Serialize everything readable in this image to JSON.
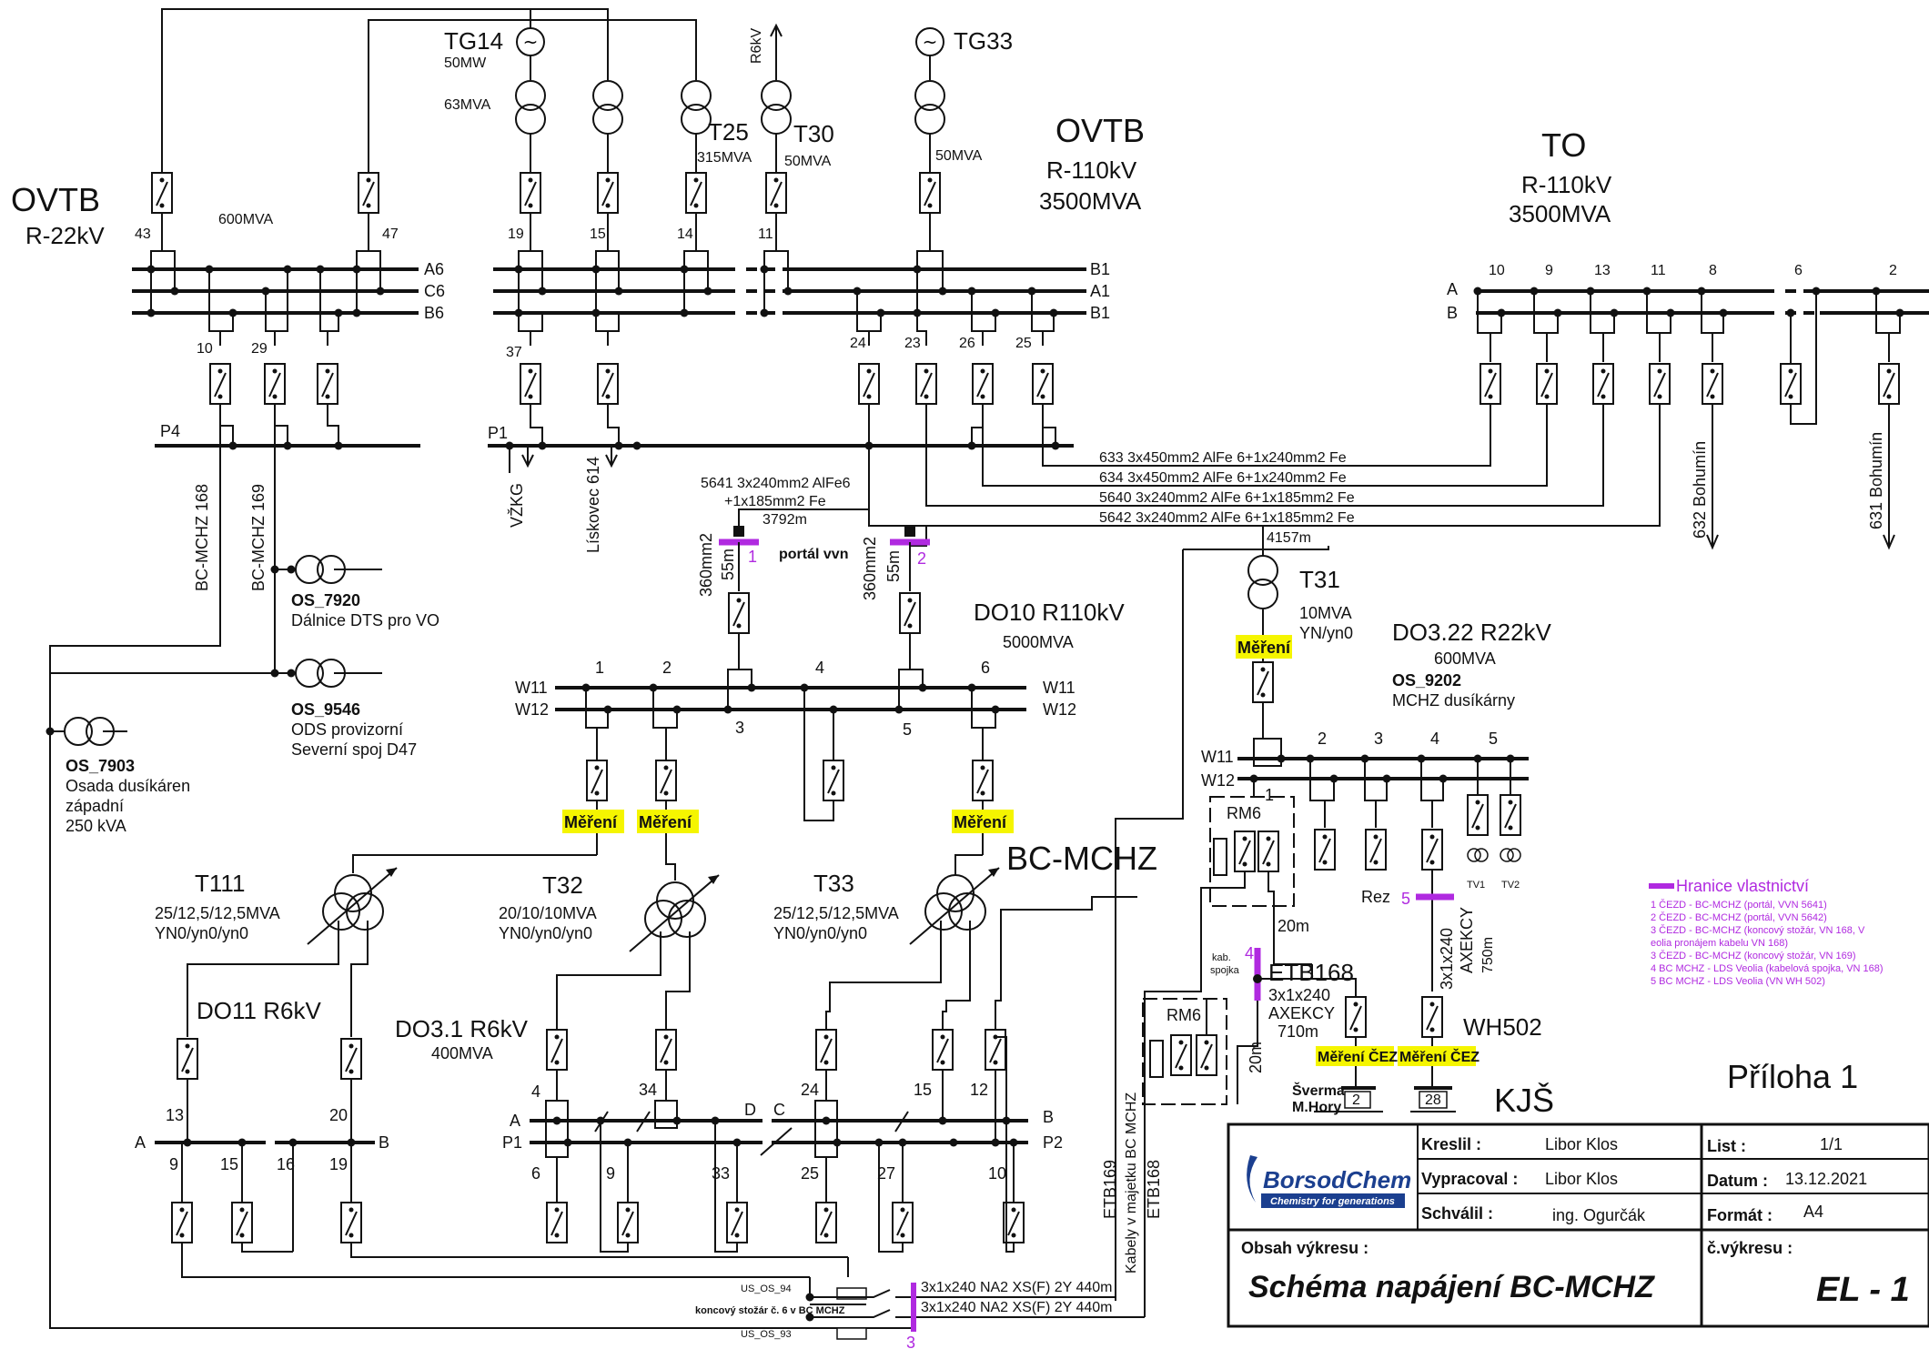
{
  "colors": {
    "accent_purple": "#b02ae0",
    "highlight_yellow": "#f5f500",
    "brand_blue": "#1b3f8f"
  },
  "left_title": {
    "name": "OVTB",
    "voltage": "R-22kV",
    "power": "600MVA"
  },
  "left_bus": [
    "A6",
    "C6",
    "B6"
  ],
  "left_feeders": [
    "43",
    "47",
    "10",
    "29"
  ],
  "left_p4": "P4",
  "left_lines": [
    "BC-MCHZ 168",
    "BC-MCHZ 169"
  ],
  "generators": [
    {
      "name": "TG14",
      "p": "50MW",
      "s": "63MVA"
    },
    {
      "name": "TG33",
      "s": "50MVA"
    }
  ],
  "transformers_top": [
    {
      "name": "T25",
      "s": "315MVA"
    },
    {
      "name": "T30",
      "s": "50MVA"
    }
  ],
  "r6kv_arrow": "R6kV",
  "mid_title": {
    "name": "OVTB",
    "voltage": "R-110kV",
    "power": "3500MVA"
  },
  "mid_feeders_top": [
    "19",
    "15",
    "14",
    "11"
  ],
  "mid_bus": [
    "B1",
    "A1",
    "B1"
  ],
  "mid_feeders_bot": [
    "37",
    "24",
    "23",
    "26",
    "25"
  ],
  "p1_label": "P1",
  "p1_arrows": [
    "VŽKG",
    "Lískovec 614"
  ],
  "to_title": {
    "name": "TO",
    "voltage": "R-110kV",
    "power": "3500MVA"
  },
  "to_bus": [
    "A",
    "B"
  ],
  "to_feeders": [
    "10",
    "9",
    "13",
    "11",
    "8",
    "6",
    "2"
  ],
  "to_outputs": [
    "632 Bohumín",
    "631 Bohumín"
  ],
  "cables": [
    "633 3x450mm2 AlFe 6+1x240mm2 Fe",
    "634 3x450mm2 AlFe 6+1x240mm2 Fe",
    "5640 3x240mm2 AlFe 6+1x185mm2 Fe",
    "5642 3x240mm2 AlFe 6+1x185mm2 Fe"
  ],
  "cable_5642_len": "4157m",
  "cable_5641": [
    "5641 3x240mm2 AlFe6",
    "+1x185mm2 Fe",
    "3792m"
  ],
  "portal": {
    "label": "portál vvn",
    "left_a": "360mm2",
    "left_b": "55m",
    "right_a": "360mm2",
    "right_b": "55m",
    "mark1": "1",
    "mark2": "2"
  },
  "os_7920": {
    "id": "OS_7920",
    "desc": "Dálnice DTS pro VO"
  },
  "os_9546": {
    "id": "OS_9546",
    "desc1": "ODS provizorní",
    "desc2": "Severní spoj D47"
  },
  "os_7903": {
    "id": "OS_7903",
    "desc1": "Osada dusíkáren",
    "desc2": "západní",
    "desc3": "250 kVA"
  },
  "do10": {
    "title": "DO10 R110kV",
    "power": "5000MVA",
    "bus": [
      "W11",
      "W12"
    ],
    "feeders": [
      "1",
      "2",
      "3",
      "4",
      "5",
      "6"
    ]
  },
  "mereni": "Měření",
  "mereni_cez": "Měření ČEZ",
  "bc_mchz": "BC-MCHZ",
  "t111": {
    "name": "T111",
    "s": "25/12,5/12,5MVA",
    "v": "YN0/yn0/yn0"
  },
  "t32": {
    "name": "T32",
    "s": "20/10/10MVA",
    "v": "YN0/yn0/yn0"
  },
  "t33": {
    "name": "T33",
    "s": "25/12,5/12,5MVA",
    "v": "YN0/yn0/yn0"
  },
  "do11": {
    "title": "DO11 R6kV",
    "feeders_top": [
      "13",
      "20"
    ],
    "bus": [
      "A",
      "B"
    ],
    "feeders_bot": [
      "9",
      "15",
      "16",
      "19"
    ]
  },
  "do31": {
    "title": "DO3.1 R6kV",
    "power": "400MVA",
    "bus_left": [
      "A",
      "P1"
    ],
    "bus_right": [
      "B",
      "P2"
    ],
    "c": "C",
    "d": "D",
    "feeders_top": [
      "4",
      "34",
      "24",
      "15",
      "12"
    ],
    "feeders_bot": [
      "6",
      "9",
      "33",
      "25",
      "27",
      "10"
    ]
  },
  "t31": {
    "name": "T31",
    "s": "10MVA",
    "v": "YN/yn0"
  },
  "do322": {
    "title": "DO3.22 R22kV",
    "power": "600MVA",
    "os": "OS_9202",
    "os_desc": "MCHZ dusíkárny",
    "bus": [
      "W11",
      "W12"
    ],
    "feeders": [
      "1",
      "2",
      "3",
      "4",
      "5"
    ],
    "tv": [
      "TV1",
      "TV2"
    ]
  },
  "rm6": "RM6",
  "len_20m": "20m",
  "rez": {
    "label": "Rez",
    "mark": "5"
  },
  "axekcy_750": [
    "3x1x240",
    "AXEKCY",
    "750m"
  ],
  "etb168": {
    "name": "ETB168",
    "mark": "4",
    "spojka": [
      "kab.",
      "spojka"
    ],
    "cable": [
      "3x1x240",
      "AXEKCY",
      "710m"
    ]
  },
  "wh502": "WH502",
  "sverma": [
    "Šverma",
    "M.Hory"
  ],
  "box_nums": [
    "2",
    "28"
  ],
  "kjs": "KJŠ",
  "vertical_labels": [
    "ETB169",
    "Kabely v majetku BC MCHZ",
    "ETB168"
  ],
  "bottom": {
    "us94": "US_OS_94",
    "us93": "US_OS_93",
    "stozar": "koncový stožár č. 6  v BC MCHZ",
    "cable1": "3x1x240 NA2 XS(F) 2Y  440m",
    "cable2": "3x1x240 NA2 XS(F) 2Y  440m",
    "mark": "3"
  },
  "legend": {
    "title": "Hranice vlastnictví",
    "items": [
      "1 ČEZD - BC-MCHZ (portál, VVN 5641)",
      "2 ČEZD - BC-MCHZ (portál, VVN 5642)",
      "3 ČEZD - BC-MCHZ (koncový stožár, VN 168, V",
      "eolia pronájem kabelu VN 168)",
      "3 ČEZD - BC-MCHZ (koncový stožár, VN 169)",
      "4 BC MCHZ - LDS Veolia (kabelová spojka, VN 168)",
      "5 BC MCHZ - LDS Veolia (VN WH 502)"
    ]
  },
  "priloha": "Příloha 1",
  "title_block": {
    "brand": "BorsodChem",
    "brand_sub": "Chemistry for generations",
    "kreslil_l": "Kreslil :",
    "kreslil_v": "Libor Klos",
    "vypracoval_l": "Vypracoval :",
    "vypracoval_v": "Libor Klos",
    "schvalil_l": "Schválil :",
    "schvalil_v": "ing. Ogurčák",
    "list_l": "List :",
    "list_v": "1/1",
    "datum_l": "Datum :",
    "datum_v": "13.12.2021",
    "format_l": "Formát :",
    "format_v": "A4",
    "obsah_l": "Obsah výkresu :",
    "obsah_v": "Schéma napájení BC-MCHZ",
    "cvykresu_l": "č.výkresu :",
    "cvykresu_v": "EL - 1"
  }
}
